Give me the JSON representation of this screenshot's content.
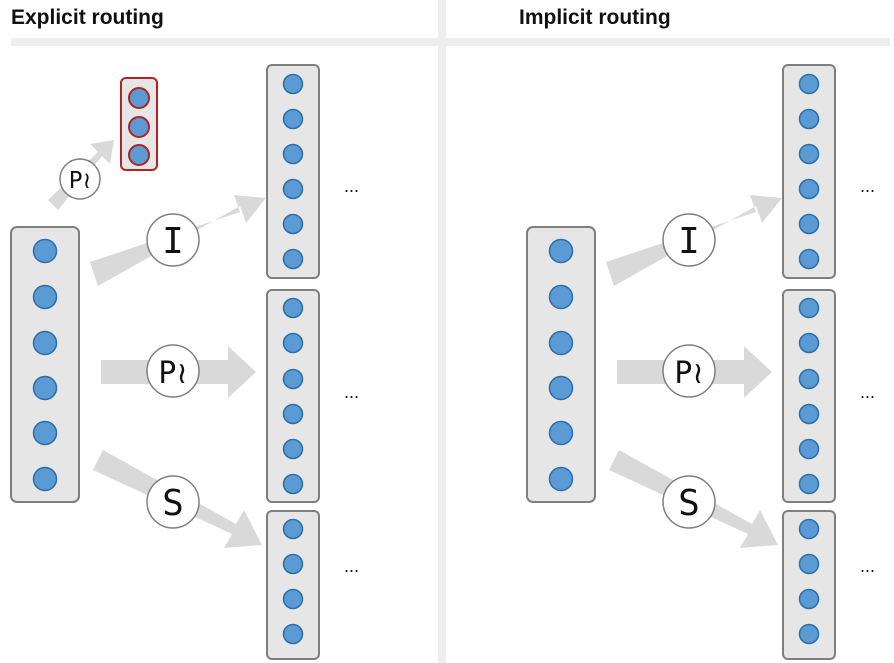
{
  "panels": {
    "explicit": {
      "title": "Explicit routing"
    },
    "implicit": {
      "title": "Implicit routing"
    }
  },
  "labels": {
    "identity": "I",
    "permutation": "P≀",
    "shift": "S",
    "ellipsis": "..."
  },
  "colors": {
    "node_fill": "#5b9bd5",
    "node_stroke": "#2e6da4",
    "box_fill": "#e6e6e6",
    "box_stroke": "#7f7f7f",
    "highlight_stroke": "#b22222",
    "arrow": "#d9d9d9"
  }
}
